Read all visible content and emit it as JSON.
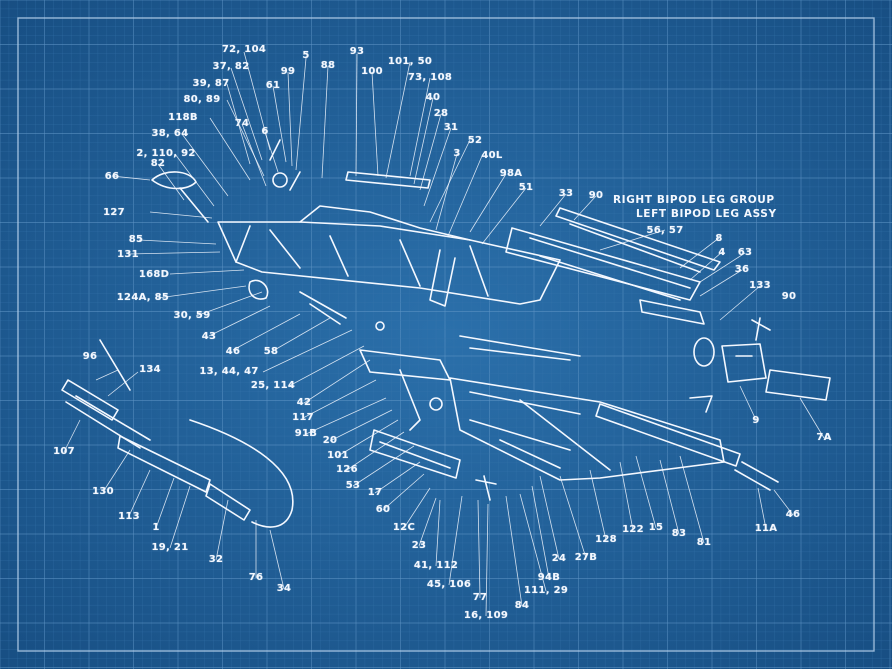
{
  "headings": {
    "right_bipod": "RIGHT BIPOD LEG GROUP",
    "left_bipod": "LEFT BIPOD LEG ASSY"
  },
  "part_labels": [
    "72, 104",
    "5",
    "93",
    "37, 82",
    "99",
    "88",
    "100",
    "101, 50",
    "39, 87",
    "61",
    "73, 108",
    "80, 89",
    "40",
    "118B",
    "74",
    "28",
    "38, 64",
    "6",
    "31",
    "2, 110, 92",
    "52",
    "3",
    "40L",
    "82",
    "98A",
    "51",
    "66",
    "33",
    "90",
    "127",
    "56, 57",
    "8",
    "85",
    "4",
    "63",
    "131",
    "36",
    "168D",
    "133",
    "90",
    "124A, 85",
    "30, 59",
    "43",
    "46",
    "58",
    "13, 44, 47",
    "25, 114",
    "42",
    "117",
    "91B",
    "20",
    "101",
    "126",
    "53",
    "17",
    "60",
    "12C",
    "23",
    "41, 112",
    "96",
    "134",
    "107",
    "130",
    "113",
    "1",
    "19, 21",
    "32",
    "76",
    "34",
    "45, 106",
    "77",
    "84",
    "16, 109",
    "94B",
    "111, 29",
    "24",
    "27B",
    "128",
    "122",
    "15",
    "83",
    "81",
    "9",
    "7A",
    "11A",
    "46"
  ],
  "colors": {
    "background": "#1f5f97",
    "grid_major": "#5f95c6",
    "grid_minor": "#3a77ae",
    "ink": "#f4f8ff"
  }
}
